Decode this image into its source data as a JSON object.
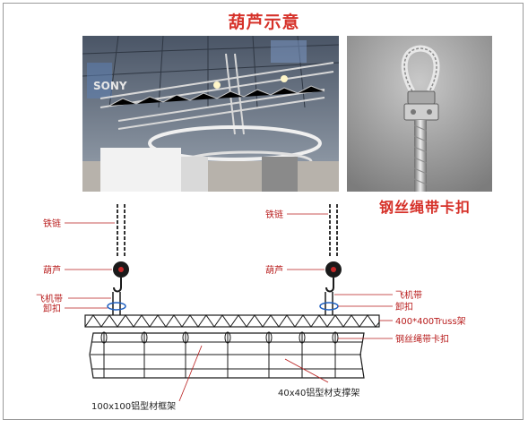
{
  "title": "葫芦示意",
  "subtitle_right": "钢丝绳带卡扣",
  "photo_left": {
    "alt": "hoisting truss photo",
    "brand_text": "SONY"
  },
  "left_labels": {
    "chain": "铁链",
    "hoist": "葫芦",
    "sling": "飞机带",
    "shackle": "卸扣"
  },
  "right_labels": {
    "chain": "铁链",
    "hoist": "葫芦",
    "sling": "飞机带",
    "shackle": "卸扣",
    "truss": "400*400Truss架",
    "clamp": "钢丝绳带卡扣"
  },
  "bottom_labels": {
    "frame": "100x100铝型材框架",
    "support": "40x40铝型材支撑架"
  }
}
